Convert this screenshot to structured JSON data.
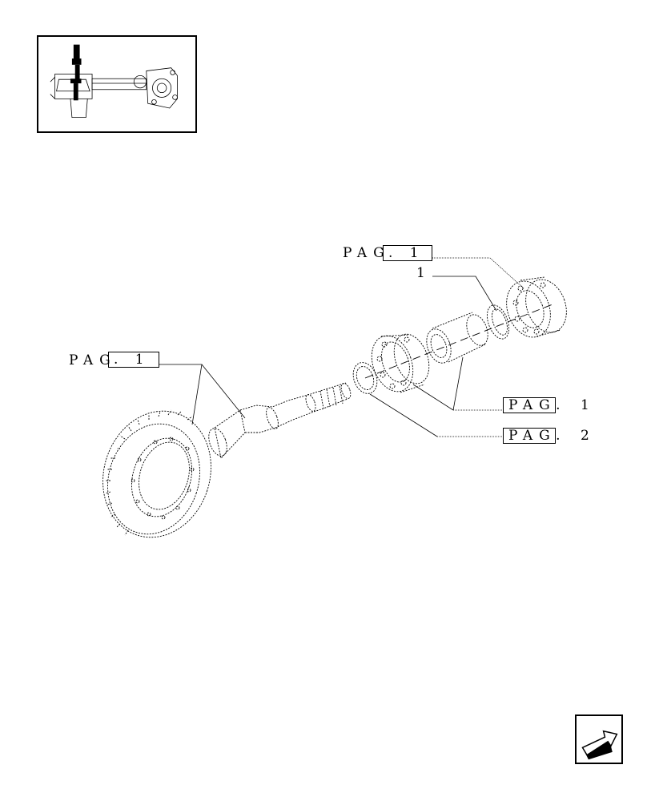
{
  "callouts": {
    "pag_top": {
      "label": "PAG",
      "box": ". 1"
    },
    "item_top": {
      "number": "1"
    },
    "pag_left": {
      "label": "PAG",
      "box": ". 1"
    },
    "pag_mid": {
      "box": "PAG.",
      "number": "1"
    },
    "pag_low": {
      "box": "PAG.",
      "number": "2"
    }
  },
  "icons": {
    "overview": "axle-overview-thumbnail-icon",
    "nav": "previous-page-arrow-icon"
  },
  "colors": {
    "line": "#000000",
    "background": "#ffffff"
  }
}
